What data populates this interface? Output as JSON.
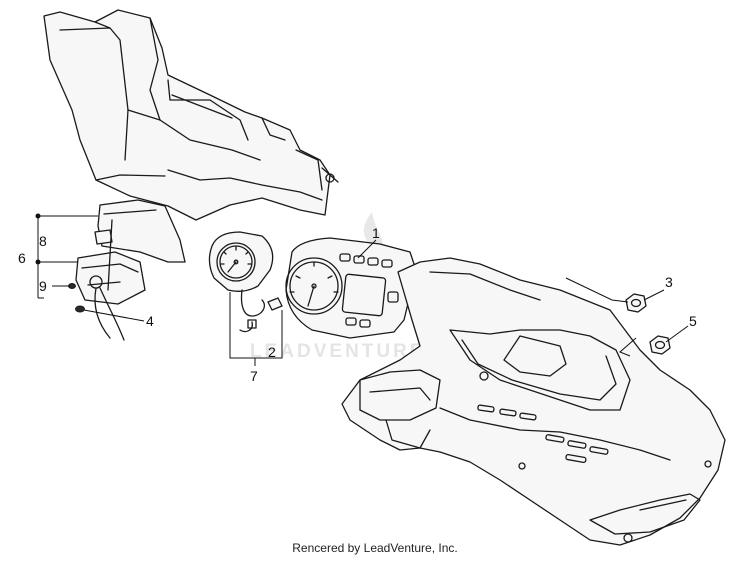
{
  "callouts": [
    {
      "id": "1",
      "label": "1"
    },
    {
      "id": "2",
      "label": "2"
    },
    {
      "id": "3",
      "label": "3"
    },
    {
      "id": "4",
      "label": "4"
    },
    {
      "id": "5",
      "label": "5"
    },
    {
      "id": "6",
      "label": "6"
    },
    {
      "id": "7",
      "label": "7"
    },
    {
      "id": "8",
      "label": "8"
    },
    {
      "id": "9",
      "label": "9"
    }
  ],
  "watermark": "LEADVENTURE",
  "footer": "Rencered by LeadVenture, Inc."
}
